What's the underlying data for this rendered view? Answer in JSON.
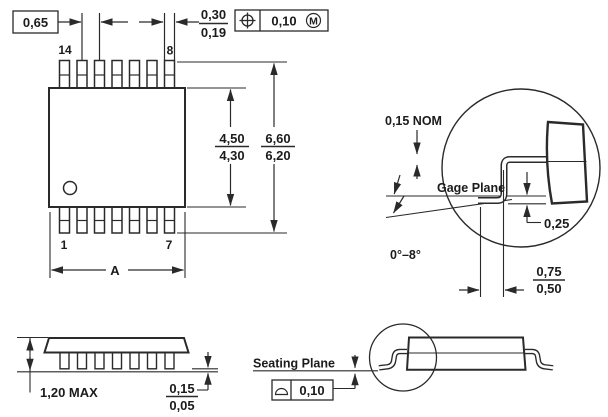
{
  "drawing": {
    "top_view": {
      "pitch": "0,65",
      "lead_width": {
        "max": "0,30",
        "min": "0,19"
      },
      "position_tolerance": {
        "value": "0,10",
        "modifier": "M"
      },
      "pins": {
        "top_left": "14",
        "top_right": "8",
        "bottom_left": "1",
        "bottom_right": "7"
      },
      "body_width": {
        "max": "4,50",
        "min": "4,30"
      },
      "lead_span": {
        "max": "6,60",
        "min": "6,20"
      },
      "length_label": "A"
    },
    "lead_detail": {
      "lead_thickness": "0,15 NOM",
      "gage_plane_label": "Gage Plane",
      "gage_plane_offset": "0,25",
      "lead_angle": "0°–8°",
      "foot_length": {
        "max": "0,75",
        "min": "0,50"
      }
    },
    "side_view": {
      "max_height": "1,20 MAX",
      "standoff": {
        "max": "0,15",
        "min": "0,05"
      }
    },
    "seating_plane": {
      "label": "Seating Plane",
      "flatness": "0,10"
    }
  },
  "colors": {
    "line": "#2a2a2a",
    "text": "#1b1b1b",
    "background": "#ffffff"
  }
}
